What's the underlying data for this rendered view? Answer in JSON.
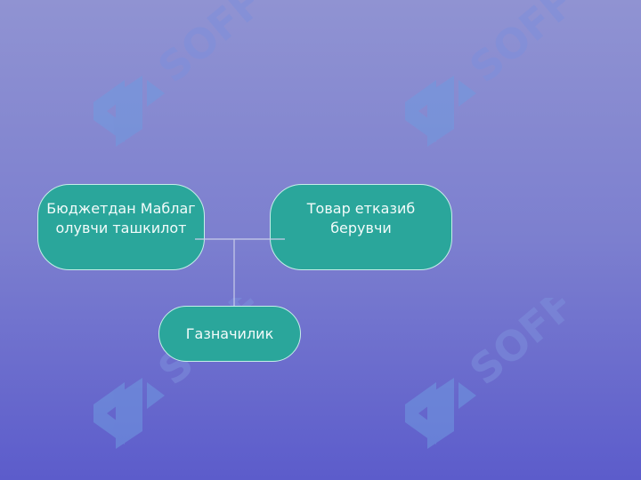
{
  "watermark": {
    "text": "SOFF",
    "icon": "soff-logo-icon",
    "color": "#6f9ae0"
  },
  "diagram": {
    "nodes": [
      {
        "id": "node-a",
        "label": "Бюджетдан Маблаг олувчи ташкилот"
      },
      {
        "id": "node-b",
        "label": "Товар етказиб берувчи"
      },
      {
        "id": "node-c",
        "label": "Газначилик"
      }
    ],
    "edges": [
      {
        "from": "node-a",
        "to": "node-b"
      },
      {
        "from": "node-a-node-b-link",
        "to": "node-c"
      }
    ],
    "colors": {
      "node_fill": "#2aa69b",
      "node_border": "#c6eee9",
      "connector": "#c9cdea"
    }
  }
}
